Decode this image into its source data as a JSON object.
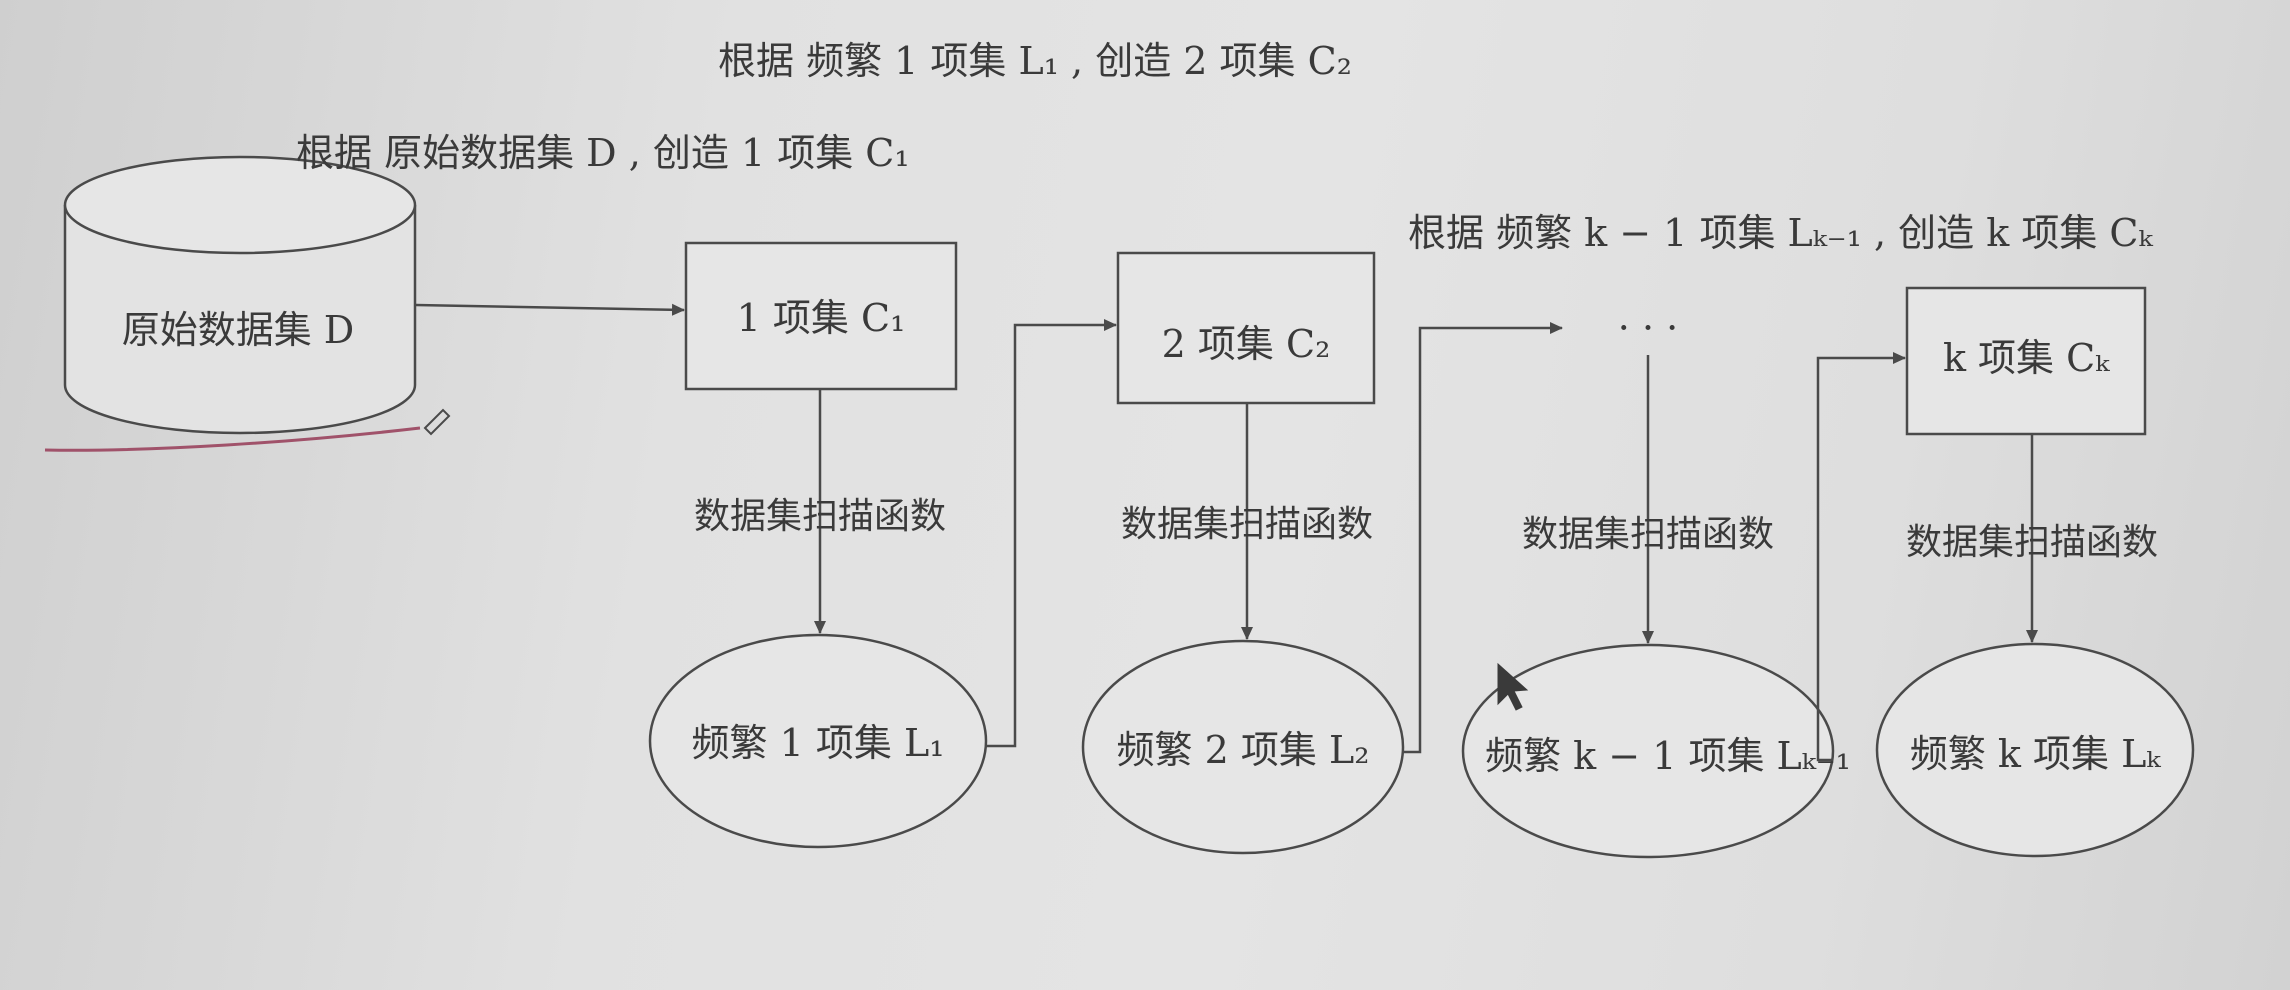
{
  "annotations": {
    "create_c1": "根据 原始数据集 D , 创造 1 项集 C₁",
    "create_c2": "根据 频繁 1 项集 L₁ , 创造 2 项集 C₂",
    "create_ck": "根据 频繁 k − 1 项集 Lₖ₋₁ , 创造 k 项集 Cₖ"
  },
  "nodes": {
    "dataset": "原始数据集 D",
    "c1": "1 项集 C₁",
    "c2": "2 项集 C₂",
    "ellipsis": "· · ·",
    "ck": "k 项集 Cₖ",
    "l1": "频繁 1 项集 L₁",
    "l2": "频繁 2 项集 L₂",
    "lk1": "频繁 k − 1 项集 Lₖ₋₁",
    "lk": "频繁 k 项集 Lₖ"
  },
  "edges": {
    "scan_1": "数据集扫描函数",
    "scan_2": "数据集扫描函数",
    "scan_3": "数据集扫描函数",
    "scan_4": "数据集扫描函数"
  },
  "colors": {
    "stroke": "#4a4a4a",
    "pen_mark": "#a0526a"
  }
}
